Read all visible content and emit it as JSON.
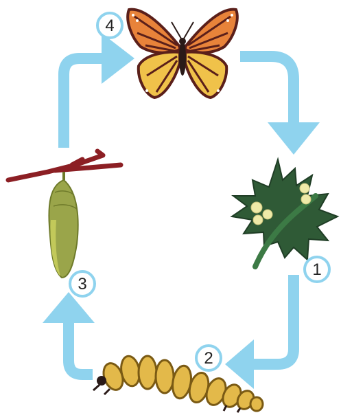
{
  "diagram": {
    "stages": [
      {
        "number": "1",
        "stage": "eggs-on-leaf"
      },
      {
        "number": "2",
        "stage": "caterpillar"
      },
      {
        "number": "3",
        "stage": "chrysalis"
      },
      {
        "number": "4",
        "stage": "butterfly"
      }
    ]
  },
  "colors": {
    "arrow": "#8fd3ee",
    "badge_ring": "#8fd3ee",
    "leaf": "#2f5a36",
    "egg": "#efeaa8",
    "caterpillar": "#e3b94a",
    "chrysalis": "#9aa54a",
    "branch": "#8c1f24",
    "wing_orange": "#e8833a",
    "wing_dark": "#5a1f1a"
  }
}
